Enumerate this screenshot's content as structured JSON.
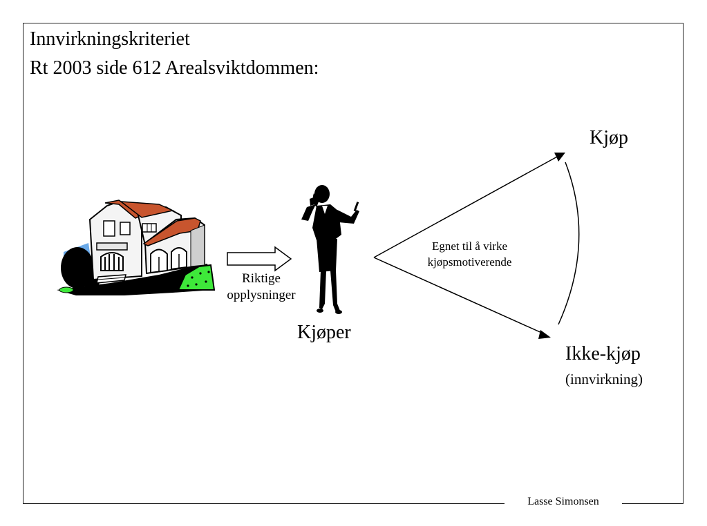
{
  "slide": {
    "title_line_1": "Innvirkningskriteriet",
    "title_line_2": "Rt 2003 side 612 Arealsviktdommen:"
  },
  "diagram": {
    "arrow_label_line_1": "Riktige",
    "arrow_label_line_2": "opplysninger",
    "buyer_label": "Kjøper",
    "outcome_buy": "Kjøp",
    "outcome_no_buy": "Ikke-kjøp",
    "outcome_no_buy_note": "(innvirkning)",
    "wedge_label_line_1": "Egnet til å virke",
    "wedge_label_line_2": "kjøpsmotiverende"
  },
  "footer": {
    "author": "Lasse Simonsen"
  },
  "icons": {
    "house": "house-clipart-icon",
    "person": "businesswoman-silhouette-icon"
  },
  "colors": {
    "roof": "#c8552e",
    "lawn": "#3ee83a",
    "sky": "#6aa9e8",
    "line": "#000000"
  }
}
